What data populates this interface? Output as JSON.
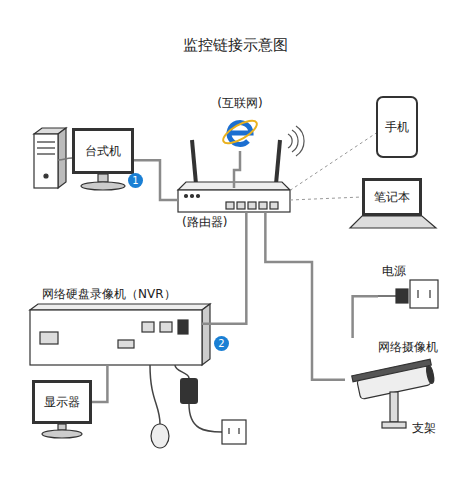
{
  "diagram": {
    "title": "监控链接示意图",
    "nodes": [
      {
        "text": [
          "台式机"
        ]
      },
      {
        "text": [
          "(互联网)"
        ]
      },
      {
        "text": [
          "手机"
        ]
      },
      {
        "text": [
          "笔记本"
        ]
      },
      {
        "text": [
          "(路由器)"
        ]
      },
      {
        "text": [
          "网络硬盘录像机（NVR）"
        ]
      },
      {
        "text": [
          "显示器"
        ]
      },
      {
        "text": [
          "网络摄像机"
        ]
      },
      {
        "text": [
          "电源"
        ]
      }
    ],
    "edges": [
      {
        "from": 0,
        "to": 4,
        "arrow": "none"
      },
      {
        "from": 4,
        "to": 1,
        "arrow": "none"
      },
      {
        "from": 4,
        "to": 2,
        "arrow": "none"
      },
      {
        "from": 4,
        "to": 3,
        "arrow": "none"
      },
      {
        "from": 4,
        "to": 5,
        "arrow": "none"
      },
      {
        "from": 4,
        "to": 7,
        "arrow": "none"
      },
      {
        "from": 5,
        "to": 6,
        "arrow": "none"
      },
      {
        "from": 7,
        "to": 8,
        "arrow": "none"
      }
    ],
    "labels": [
      "1",
      "2",
      "支架"
    ]
  }
}
